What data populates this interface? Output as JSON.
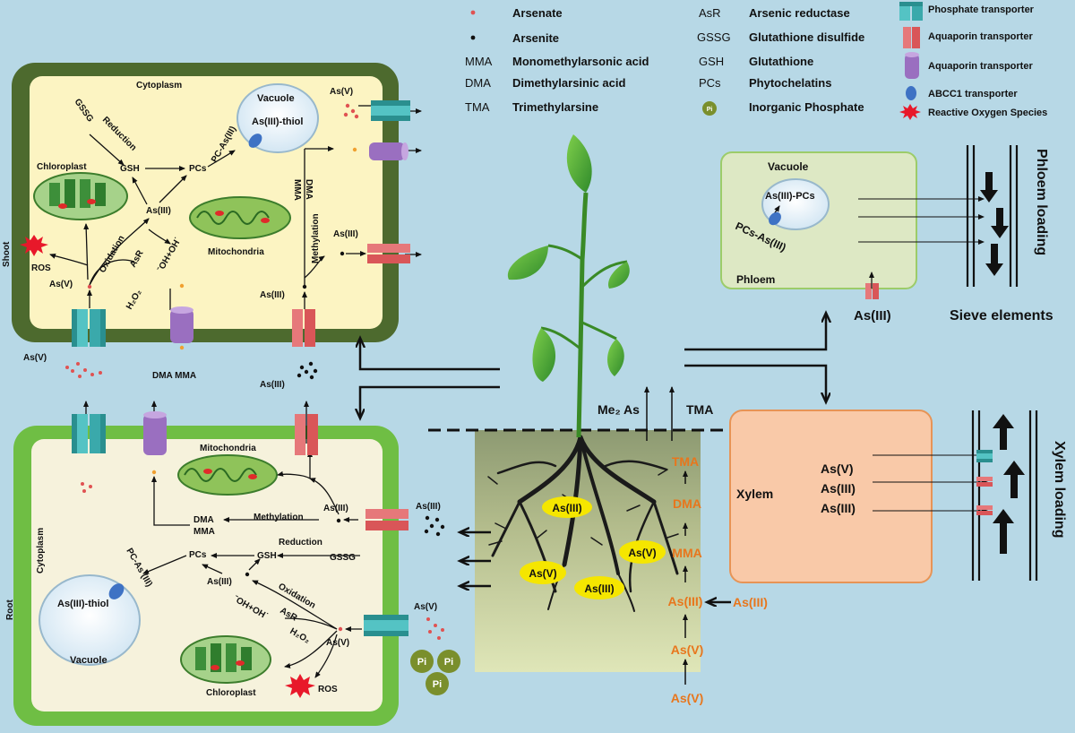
{
  "colors": {
    "background": "#b7d8e6",
    "shoot_cell_wall": "#4d6a2e",
    "shoot_cytoplasm": "#fcf4c2",
    "root_cell_wall": "#6fbe44",
    "root_cytoplasm": "#f6f2dc",
    "phloem_cell": "#dde8c4",
    "xylem_cell": "#f9c9a8",
    "soil": "#b9c48e",
    "arsenate_dot": "#e05252",
    "arsenite_dot": "#111111",
    "organic_label": "#e8761c",
    "yellow_oval": "#f5e600"
  },
  "legend": {
    "left": [
      {
        "symbol": "dot-red",
        "abbr": "",
        "text": "Arsenate"
      },
      {
        "symbol": "dot-black",
        "abbr": "",
        "text": "Arsenite"
      },
      {
        "symbol": "",
        "abbr": "MMA",
        "text": "Monomethylarsonic acid"
      },
      {
        "symbol": "",
        "abbr": "DMA",
        "text": "Dimethylarsinic acid"
      },
      {
        "symbol": "",
        "abbr": "TMA",
        "text": "Trimethylarsine"
      }
    ],
    "mid": [
      {
        "abbr": "AsR",
        "text": "Arsenic reductase"
      },
      {
        "abbr": "GSSG",
        "text": "Glutathione disulfide"
      },
      {
        "abbr": "GSH",
        "text": "Glutathione"
      },
      {
        "abbr": "PCs",
        "text": "Phytochelatins"
      },
      {
        "abbr": "Pi",
        "text": "Inorganic Phosphate"
      }
    ],
    "right": [
      {
        "icon": "phosphate-transporter-icon",
        "text": "Phosphate transporter"
      },
      {
        "icon": "aquaporin-red-icon",
        "text": "Aquaporin transporter"
      },
      {
        "icon": "aquaporin-purple-icon",
        "text": "Aquaporin transporter"
      },
      {
        "icon": "abcc1-transporter-icon",
        "text": "ABCC1 transporter"
      },
      {
        "icon": "ros-star-icon",
        "text": "Reactive Oxygen Species"
      }
    ]
  },
  "shoot": {
    "side_label": "Shoot",
    "cytoplasm": "Cytoplasm",
    "vacuole": "Vacuole",
    "vacuole_content": "As(III)-thiol",
    "chloroplast": "Chloroplast",
    "mitochondria": "Mitochondria",
    "gssg": "GSSG",
    "reduction": "Reduction",
    "gsh": "GSH",
    "pcs": "PCs",
    "pc_as": "PC-As(III)",
    "as3_center": "As(III)",
    "oxidation": "Oxidation",
    "asr": "AsR",
    "oh": "ˉOH+OH˙",
    "h2o2": "H₂O₂",
    "ros": "ROS",
    "as5_inner": "As(V)",
    "dma_mma": "DMA\nMMA",
    "dma": "DMA",
    "mma": "MMA",
    "methylation": "Methylation",
    "as3_right": "As(III)",
    "as3_bottom": "As(III)",
    "as5_topright": "As(V)",
    "as5_outside": "As(V)",
    "dma_mma_outside": "DMA MMA",
    "as3_outside": "As(III)"
  },
  "root": {
    "side_label": "Root",
    "cytoplasm": "Cytoplasm",
    "vacuole": "Vacuole",
    "vacuole_content": "As(III)-thiol",
    "chloroplast": "Chloroplast",
    "mitochondria": "Mitochondria",
    "methylation": "Methylation",
    "dma": "DMA",
    "mma": "MMA",
    "reduction": "Reduction",
    "gssg": "GSSG",
    "gsh": "GSH",
    "pcs": "PCs",
    "pc_as": "PC-As (III)",
    "as3_center": "As(III)",
    "as3_right": "As(III)",
    "as3_outside": "As(III)",
    "oxidation": "Oxidation",
    "asr": "AsR",
    "oh": "ˉOH+OH˙",
    "h2o2": "H₂O₂",
    "as5_inner": "As(V)",
    "as5_outside": "As(V)",
    "ros": "ROS",
    "pi": [
      "Pi",
      "Pi",
      "Pi"
    ]
  },
  "plant": {
    "me2as": "Me₂ As",
    "tma_top": "TMA",
    "root_ovals": [
      "As(III)",
      "As(V)",
      "As(V)",
      "As(III)"
    ],
    "chain": [
      "TMA",
      "DMA",
      "MMA",
      "As(III)",
      "As(V)",
      "As(V)"
    ],
    "as3_input": "As(III)"
  },
  "phloem": {
    "vacuole": "Vacuole",
    "content": "As(III)-PCs",
    "complex": "PCs-As(III)",
    "label": "Phloem",
    "as3": "As(III)",
    "sieve": "Sieve elements",
    "loading": "Phloem loading"
  },
  "xylem": {
    "label": "Xylem",
    "species": [
      "As(V)",
      "As(III)",
      "As(III)"
    ],
    "loading": "Xylem loading"
  }
}
